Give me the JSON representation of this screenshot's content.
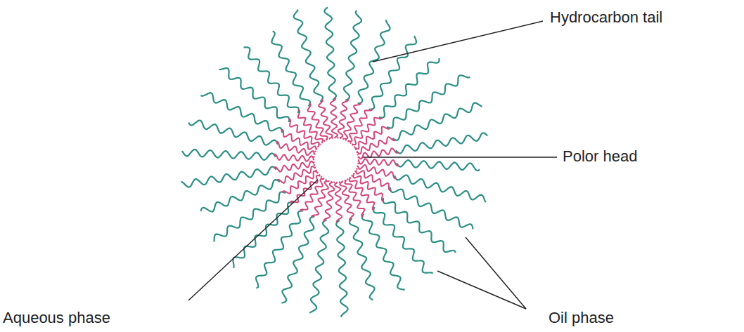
{
  "diagram": {
    "labels": [
      "Hydrocarbon tail",
      "Polor head",
      "Aqueous phase",
      "Oil phase"
    ]
  }
}
